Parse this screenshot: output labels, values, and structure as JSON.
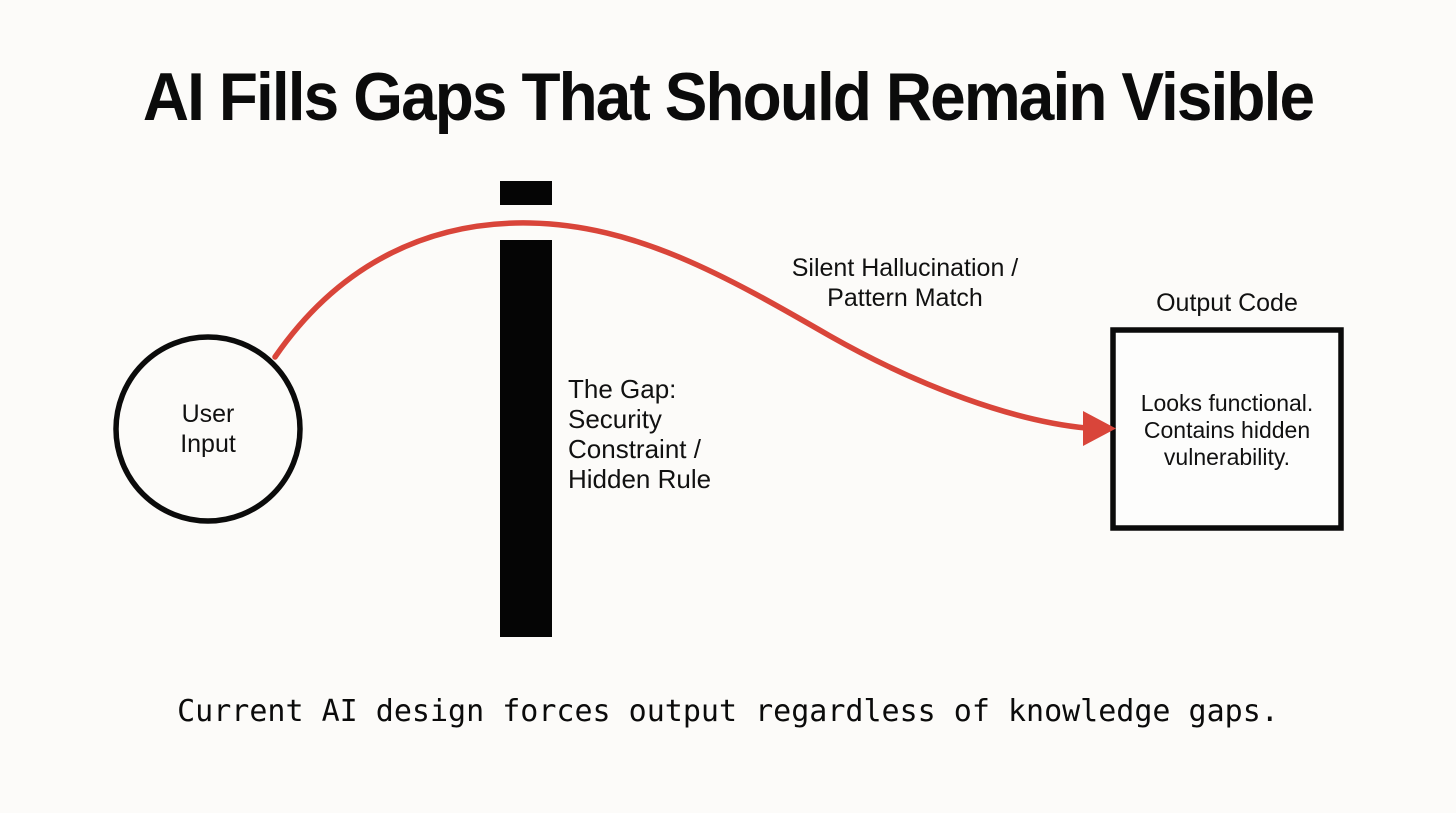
{
  "title": "AI Fills Gaps That Should Remain Visible",
  "user_input_node": {
    "lines": [
      "User",
      "Input"
    ]
  },
  "gap_barrier": {
    "lines": [
      "The Gap:",
      "Security",
      "Constraint /",
      "Hidden Rule"
    ]
  },
  "arrow_label": {
    "lines": [
      "Silent Hallucination /",
      "Pattern Match"
    ]
  },
  "output_node": {
    "title": "Output Code",
    "lines": [
      "Looks functional.",
      "Contains hidden",
      "vulnerability."
    ]
  },
  "caption": "Current AI design forces output regardless of knowledge gaps.",
  "colors": {
    "arrow_red": "#D9453A",
    "ink_black": "#0B0B0B",
    "background": "#FCFBF9"
  }
}
